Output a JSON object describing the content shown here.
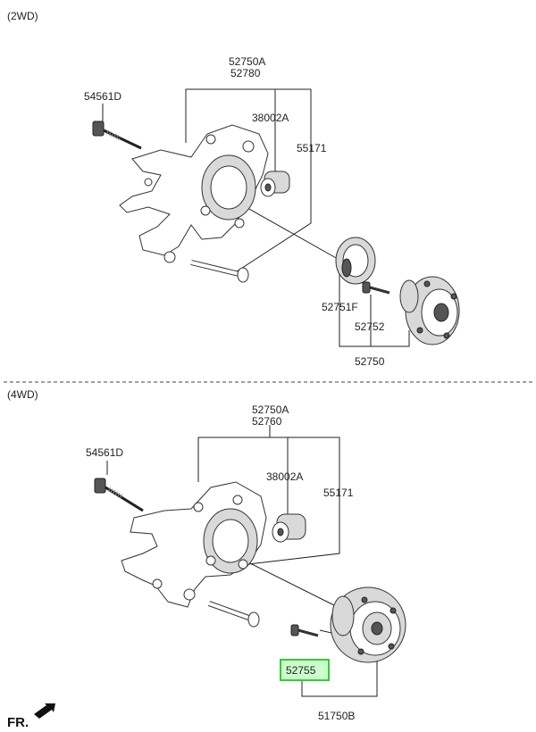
{
  "sections": {
    "top_label": "(2WD)",
    "bottom_label": "(4WD)"
  },
  "labels_2wd": {
    "knuckle_a": "52750A",
    "knuckle_b": "52780",
    "bolt": "54561D",
    "bushing": "38002A",
    "pin": "55171",
    "seal": "52751F",
    "hub_bolt": "52752",
    "hub_assy": "52750"
  },
  "labels_4wd": {
    "knuckle_a": "52750A",
    "knuckle_b": "52760",
    "bolt": "54561D",
    "bushing": "38002A",
    "pin": "55171",
    "hub_bolt": "52755",
    "hub_assy": "51750B"
  },
  "footer": {
    "front_marker": "FR."
  },
  "colors": {
    "highlight_border": "#33cc33",
    "highlight_fill": "#ccffcc"
  }
}
